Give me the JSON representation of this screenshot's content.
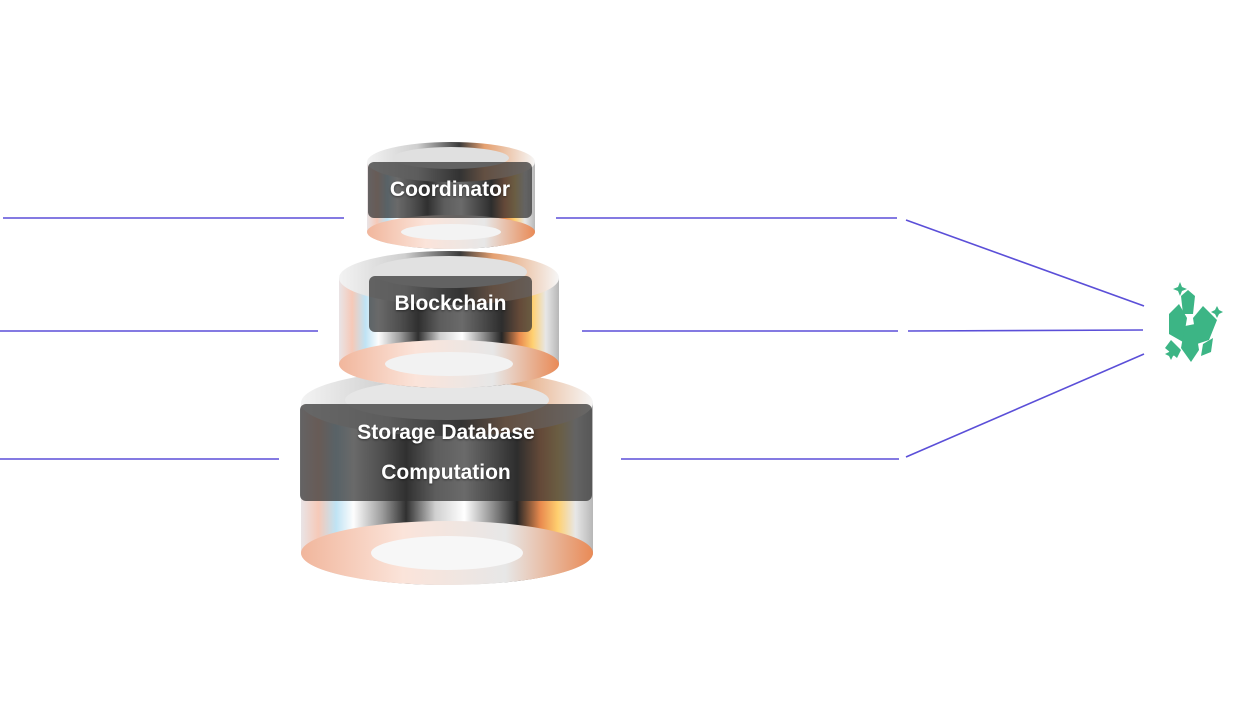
{
  "diagram": {
    "layers": [
      {
        "id": "coordinator",
        "lines": [
          "Coordinator"
        ]
      },
      {
        "id": "blockchain",
        "lines": [
          "Blockchain"
        ]
      },
      {
        "id": "storage",
        "lines": [
          "Storage Database",
          "Computation"
        ]
      }
    ],
    "connector_color": "#5b4fd8",
    "logo": {
      "icon": "green-crystal-logo-icon",
      "color": "#3cb585"
    }
  }
}
